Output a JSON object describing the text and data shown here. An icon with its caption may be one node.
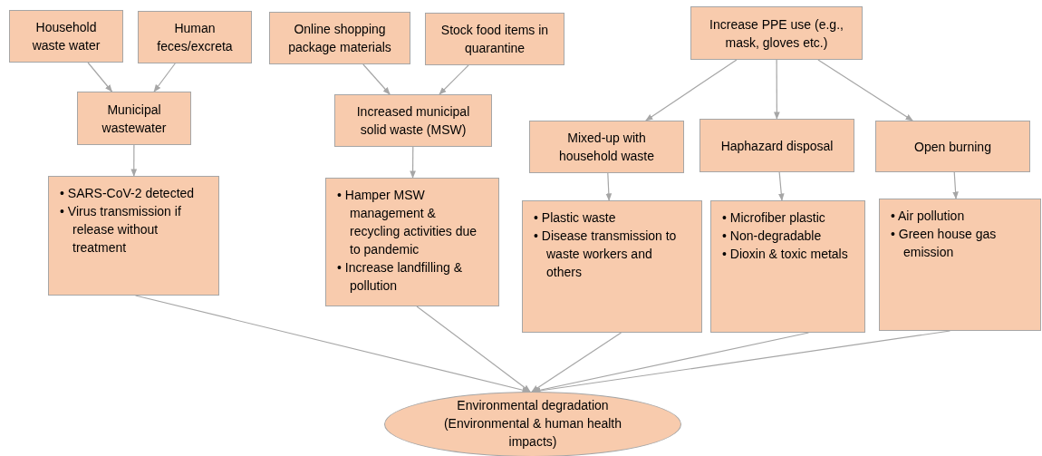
{
  "diagram": {
    "nodes": [
      {
        "text": [
          "Household waste water"
        ]
      },
      {
        "text": [
          "Human feces/excreta"
        ]
      },
      {
        "text": [
          "Online shopping package materials"
        ]
      },
      {
        "text": [
          "Stock food items in quarantine"
        ]
      },
      {
        "text": [
          "Increase PPE use (e.g., mask, gloves etc.)"
        ]
      },
      {
        "text": [
          "Municipal wastewater"
        ]
      },
      {
        "text": [
          "Increased municipal solid waste (MSW)"
        ]
      },
      {
        "text": [
          "Mixed-up with household waste"
        ]
      },
      {
        "text": [
          "Haphazard disposal"
        ]
      },
      {
        "text": [
          "Open burning"
        ]
      },
      {
        "text": [
          "• SARS-CoV-2 detected",
          "• Virus transmission if release without treatment"
        ]
      },
      {
        "text": [
          "• Hamper MSW management & recycling activities due to pandemic",
          "• Increase landfilling & pollution"
        ]
      },
      {
        "text": [
          "• Plastic waste",
          "• Disease transmission to waste workers and others"
        ]
      },
      {
        "text": [
          "• Microfiber plastic",
          "• Non-degradable",
          "• Dioxin & toxic metals"
        ]
      },
      {
        "text": [
          "• Air pollution",
          "• Green house gas emission"
        ]
      },
      {
        "text": [
          "Environmental degradation (Environmental & human health impacts)"
        ]
      }
    ],
    "edges": [
      {
        "from": 0,
        "to": 5,
        "arrow": "to"
      },
      {
        "from": 1,
        "to": 5,
        "arrow": "to"
      },
      {
        "from": 2,
        "to": 6,
        "arrow": "to"
      },
      {
        "from": 3,
        "to": 6,
        "arrow": "to"
      },
      {
        "from": 4,
        "to": 7,
        "arrow": "to"
      },
      {
        "from": 4,
        "to": 8,
        "arrow": "to"
      },
      {
        "from": 4,
        "to": 9,
        "arrow": "to"
      },
      {
        "from": 5,
        "to": 10,
        "arrow": "to"
      },
      {
        "from": 6,
        "to": 11,
        "arrow": "to"
      },
      {
        "from": 7,
        "to": 12,
        "arrow": "to"
      },
      {
        "from": 8,
        "to": 13,
        "arrow": "to"
      },
      {
        "from": 9,
        "to": 14,
        "arrow": "to"
      },
      {
        "from": 10,
        "to": 15,
        "arrow": "to"
      },
      {
        "from": 11,
        "to": 15,
        "arrow": "to"
      },
      {
        "from": 12,
        "to": 15,
        "arrow": "to"
      },
      {
        "from": 13,
        "to": 15,
        "arrow": "to"
      },
      {
        "from": 14,
        "to": 15,
        "arrow": "to"
      }
    ]
  }
}
